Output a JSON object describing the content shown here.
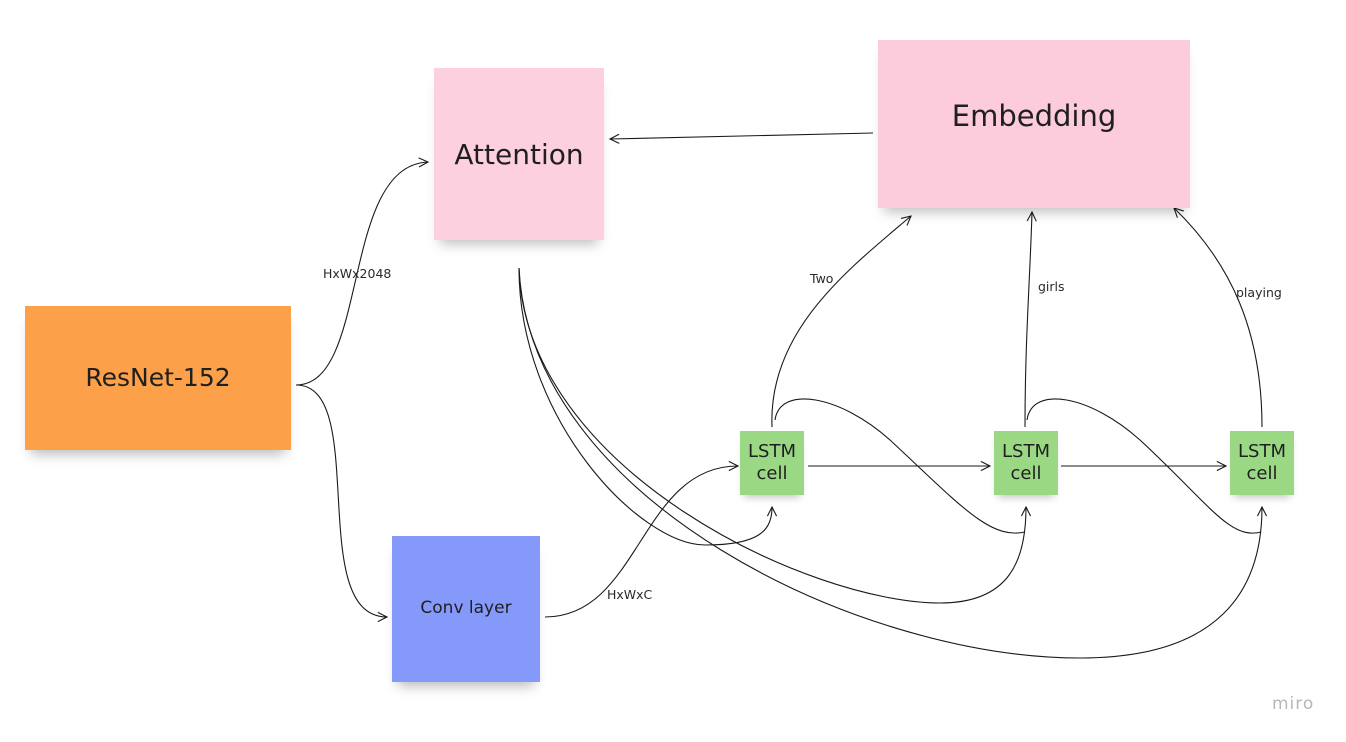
{
  "notes": {
    "resnet": {
      "label": "ResNet-152",
      "color": "#fca04a"
    },
    "attention": {
      "label": "Attention",
      "color": "#fdd0e0"
    },
    "embedding": {
      "label": "Embedding",
      "color": "#fcccdc"
    },
    "conv": {
      "label": "Conv layer",
      "color": "#8599fb"
    },
    "lstm": [
      {
        "line1": "LSTM",
        "line2": "cell",
        "color": "#9ad883"
      },
      {
        "line1": "LSTM",
        "line2": "cell",
        "color": "#9ad883"
      },
      {
        "line1": "LSTM",
        "line2": "cell",
        "color": "#9ad883"
      }
    ]
  },
  "edge_labels": {
    "resnet_to_attention": "HxWx2048",
    "conv_to_lstm": "HxWxC",
    "word_1": "Two",
    "word_2": "girls",
    "word_3": "playing"
  },
  "watermark": "miro"
}
